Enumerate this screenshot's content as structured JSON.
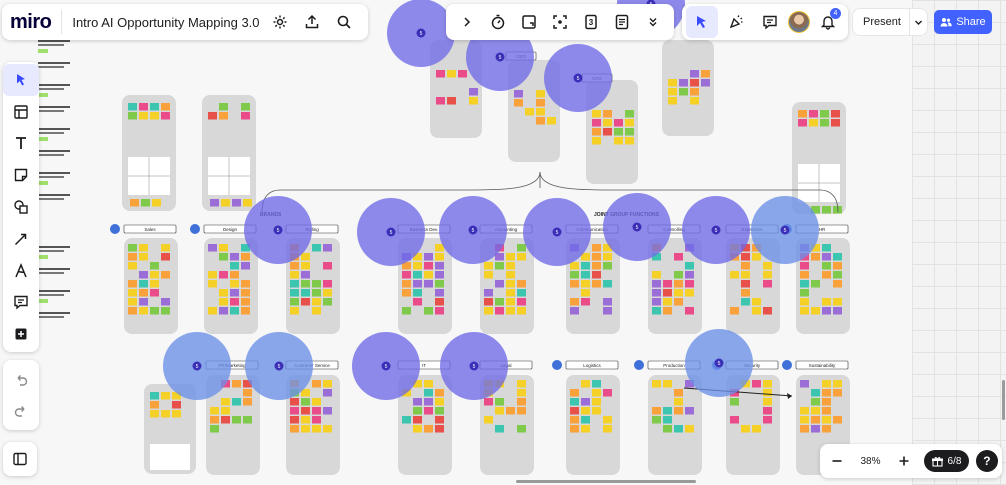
{
  "app": {
    "logo": "miro",
    "board_title": "Intro AI Opportunity Mapping 3.0"
  },
  "topbar": {
    "present_label": "Present",
    "share_label": "Share",
    "notification_count": "4"
  },
  "zoom": {
    "level": "38%"
  },
  "frames_nav": {
    "label": "6/8"
  },
  "help": {
    "label": "?"
  },
  "board": {
    "section_brands": "BRANDS",
    "section_joint": "JOINT GROUP FUNCTIONS",
    "row1_labels": [
      "Sales",
      "Design",
      "Styling",
      "Business Dev.",
      "Accounting",
      "Communication",
      "Controlling",
      "Expansion",
      "HR"
    ],
    "row2_labels": [
      "PR/Marketing",
      "Customer Service",
      "IT",
      "Legal",
      "Logistics",
      "Production",
      "Security",
      "Sustainability"
    ],
    "top_labels": [
      "CEO",
      "CFO"
    ],
    "overlay_numbers": [
      "5",
      "5",
      "5",
      "5",
      "5",
      "5",
      "5",
      "5",
      "5",
      "5",
      "5",
      "5",
      "5",
      "5"
    ]
  },
  "colors": {
    "accent": "#4262ff",
    "overlay_purple": "#6f6ae8",
    "overlay_blue": "#6b8fe8",
    "sticky_yellow": "#f5d128",
    "sticky_orange": "#f9a13a",
    "sticky_pink": "#ea4c89",
    "sticky_purple": "#9b6dd6",
    "sticky_green": "#7fc94b",
    "sticky_teal": "#3cc6b0",
    "sticky_red": "#e8504a",
    "card_gray": "#d8d8d8"
  }
}
